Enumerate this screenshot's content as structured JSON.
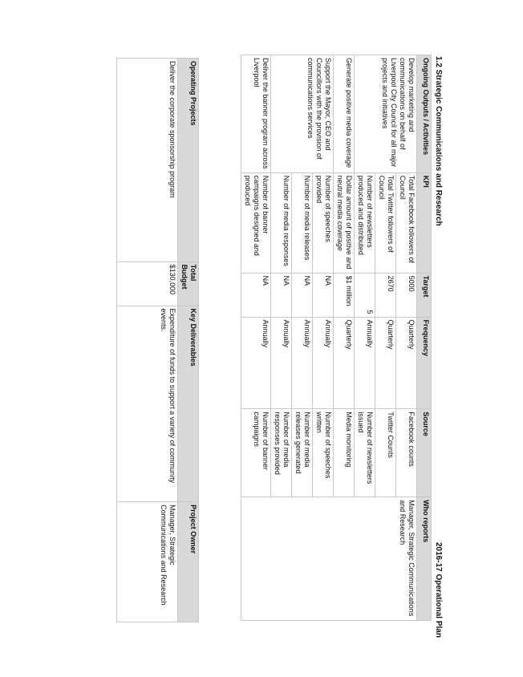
{
  "header": {
    "title": "1.2 Strategic Communications and Research",
    "plan": "2016-17 Operational Plan"
  },
  "outputs_table": {
    "headers": {
      "activity": "Ongoing Outputs / Activities",
      "kpi": "KPI",
      "target": "Target",
      "frequency": "Frequency",
      "source": "Source",
      "who": "Who reports"
    },
    "rows": [
      {
        "activity": "Develop marketing and communications on behalf of Liverpool City Council for all major projects and initiatives",
        "kpi": "Total Facebook followers of Council",
        "target": "5000",
        "frequency": "Quarterly",
        "source": "Facebook counts",
        "who": "Manager, Strategic Communications and Research"
      },
      {
        "activity": "",
        "kpi": "Total Twitter followers of Council",
        "target": "2670",
        "frequency": "Quarterly",
        "source": "Twitter Counts",
        "who": ""
      },
      {
        "activity": "",
        "kpi": "Number of newsletters produced and distributed",
        "target": "5",
        "frequency": "Annually",
        "source": "Number of newsletters issued",
        "who": ""
      },
      {
        "activity": "Generate positive media coverage",
        "kpi": "Dollar amount of positive and neutral media coverage",
        "target": "$1 million",
        "frequency": "Quarterly",
        "source": "Media monitoring",
        "who": ""
      },
      {
        "activity": "Support the Mayor, CEO and Councillors with the provision of communications services",
        "kpi": "Number of speeches provided",
        "target": "NA",
        "frequency": "Annually",
        "source": "Number of speeches written",
        "who": ""
      },
      {
        "activity": "",
        "kpi": "Number of media releases",
        "target": "NA",
        "frequency": "Annually",
        "source": "Number of media releases generated",
        "who": ""
      },
      {
        "activity": "",
        "kpi": "Number of media responses",
        "target": "NA",
        "frequency": "Annually",
        "source": "Number of media responses provided",
        "who": ""
      },
      {
        "activity": "Deliver the banner program across Liverpool",
        "kpi": "Number of banner campaigns designed and produced",
        "target": "NA",
        "frequency": "Annually",
        "source": "Number of banner campaigns",
        "who": ""
      }
    ]
  },
  "projects_table": {
    "headers": {
      "project": "Operating Projects",
      "budget": "Total Budget",
      "deliverables": "Key Deliverables",
      "owner": "Project Owner"
    },
    "rows": [
      {
        "project": "Deliver the corporate sponsorship program",
        "budget": "$130,000",
        "deliverables": "Expenditure of funds to support a variety of community events.",
        "owner": "Manager, Strategic Communications and Research"
      }
    ]
  }
}
